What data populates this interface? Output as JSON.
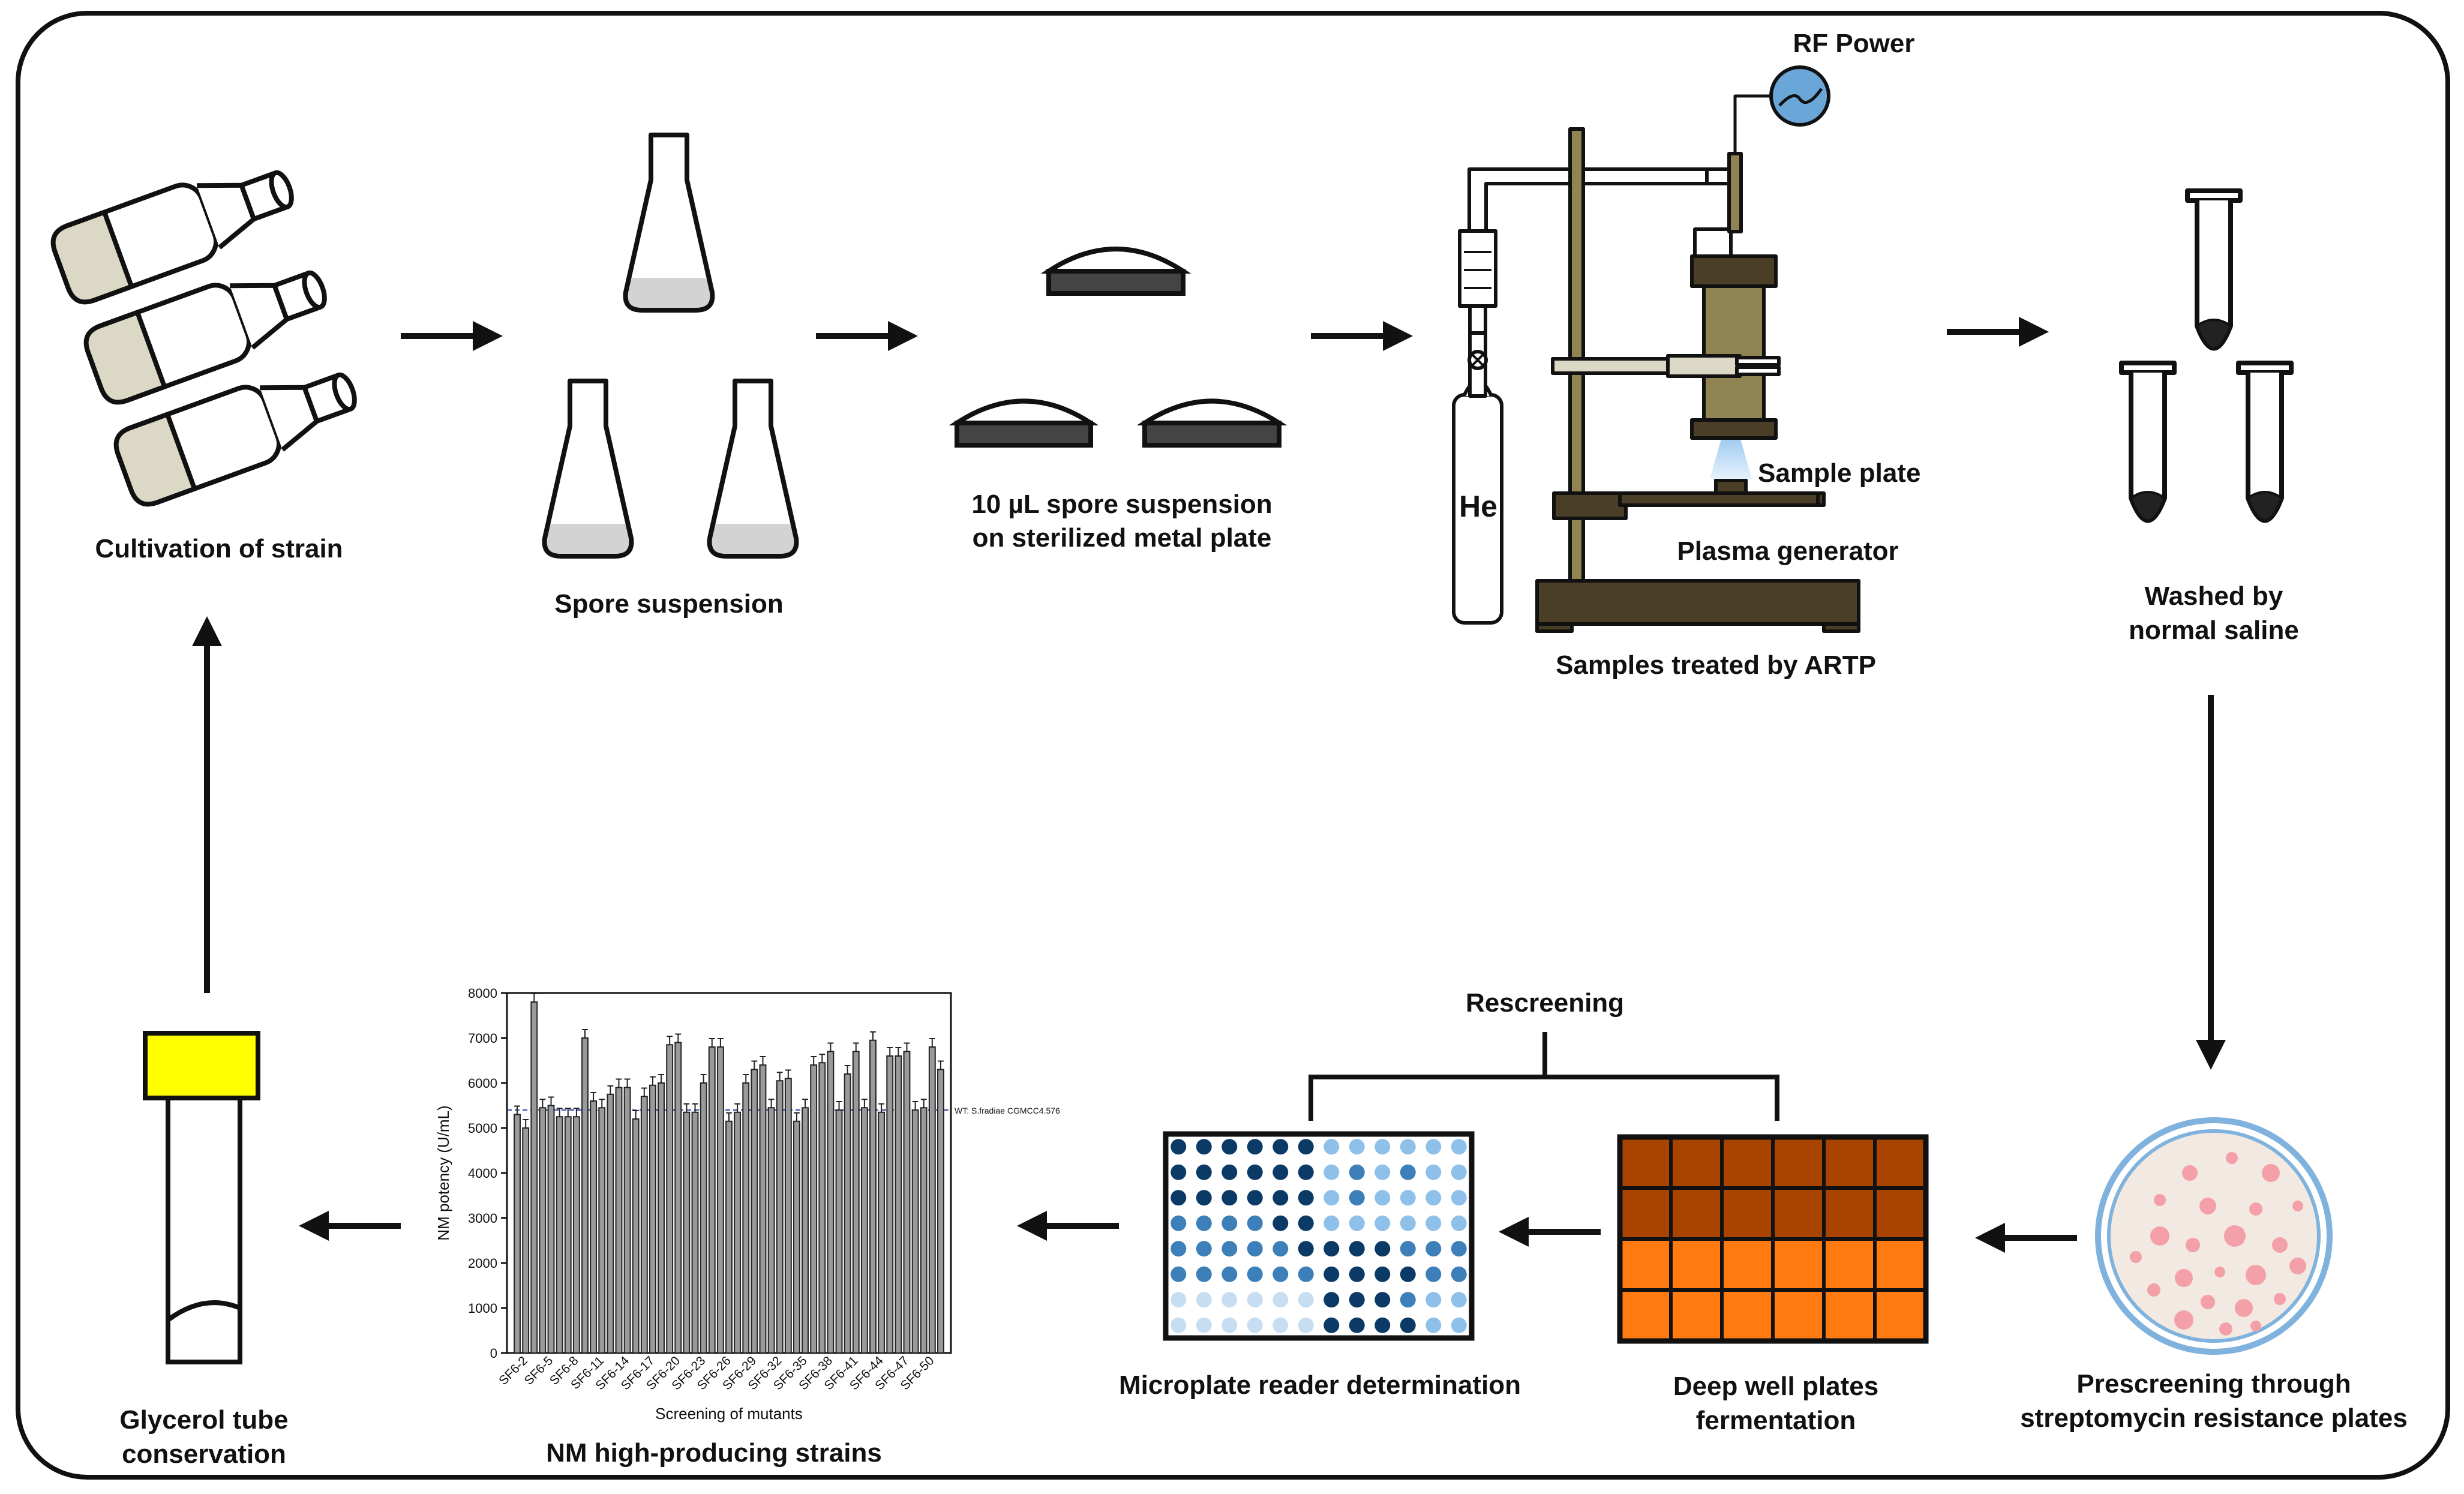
{
  "labels": {
    "cultivation": "Cultivation of strain",
    "spore": "Spore suspension",
    "metal_plate_1": "10 µL spore suspension",
    "metal_plate_2": "on sterilized metal plate",
    "rf_power": "RF Power",
    "he": "He",
    "sample_plate": "Sample plate",
    "plasma_generator": "Plasma generator",
    "artp": "Samples treated by ARTP",
    "washed_1": "Washed by",
    "washed_2": "normal saline",
    "prescreening_1": "Prescreening through",
    "prescreening_2": "streptomycin resistance plates",
    "rescreening": "Rescreening",
    "deepwell_1": "Deep well plates",
    "deepwell_2": "fermentation",
    "microplate": "Microplate reader determination",
    "nm_strains": "NM high-producing strains",
    "glycerol_1": "Glycerol tube",
    "glycerol_2": "conservation"
  },
  "colors": {
    "flask_fill": "#d3d3d3",
    "bottle_fill": "#dcd8c6",
    "stand": "#4a3e27",
    "brass": "#8f8452",
    "deepwell_top": "#a84400",
    "deepwell_bottom": "#ff7a10",
    "cap_yellow": "#ffff00",
    "dish_ring": "#7fb2dc",
    "colony": "#f4a0a8",
    "well_dark": "#0b3a66",
    "well_mid": "#3d7fb8",
    "well_light": "#8ec0ea",
    "well_pale": "#c7ddf2",
    "rf_blue": "#6aa6d8"
  },
  "chart_data": {
    "type": "bar",
    "ylabel": "NM potency (U/mL)",
    "xlabel": "Screening of mutants",
    "ylim": [
      0,
      8000
    ],
    "yticks": [
      0,
      1000,
      2000,
      3000,
      4000,
      5000,
      6000,
      7000,
      8000
    ],
    "tick_labels": [
      "SF6-2",
      "SF6-5",
      "SF6-8",
      "SF6-11",
      "SF6-14",
      "SF6-17",
      "SF6-20",
      "SF6-23",
      "SF6-26",
      "SF6-29",
      "SF6-32",
      "SF6-35",
      "SF6-38",
      "SF6-41",
      "SF6-44",
      "SF6-47",
      "SF6-50"
    ],
    "reference_value": 5400,
    "reference_label": "WT: S.fradiae CGMCC4.576",
    "values": [
      5300,
      5000,
      7800,
      5450,
      5500,
      5250,
      5250,
      5250,
      7000,
      5600,
      5450,
      5750,
      5900,
      5900,
      5200,
      5700,
      5950,
      6000,
      6850,
      6900,
      5350,
      5350,
      6000,
      6800,
      6800,
      5150,
      5350,
      6000,
      6300,
      6400,
      5450,
      6050,
      6100,
      5150,
      5450,
      6400,
      6450,
      6700,
      5400,
      6200,
      6700,
      5450,
      6950,
      5350,
      6600,
      6600,
      6700,
      5400,
      5450,
      6800,
      6300
    ]
  }
}
